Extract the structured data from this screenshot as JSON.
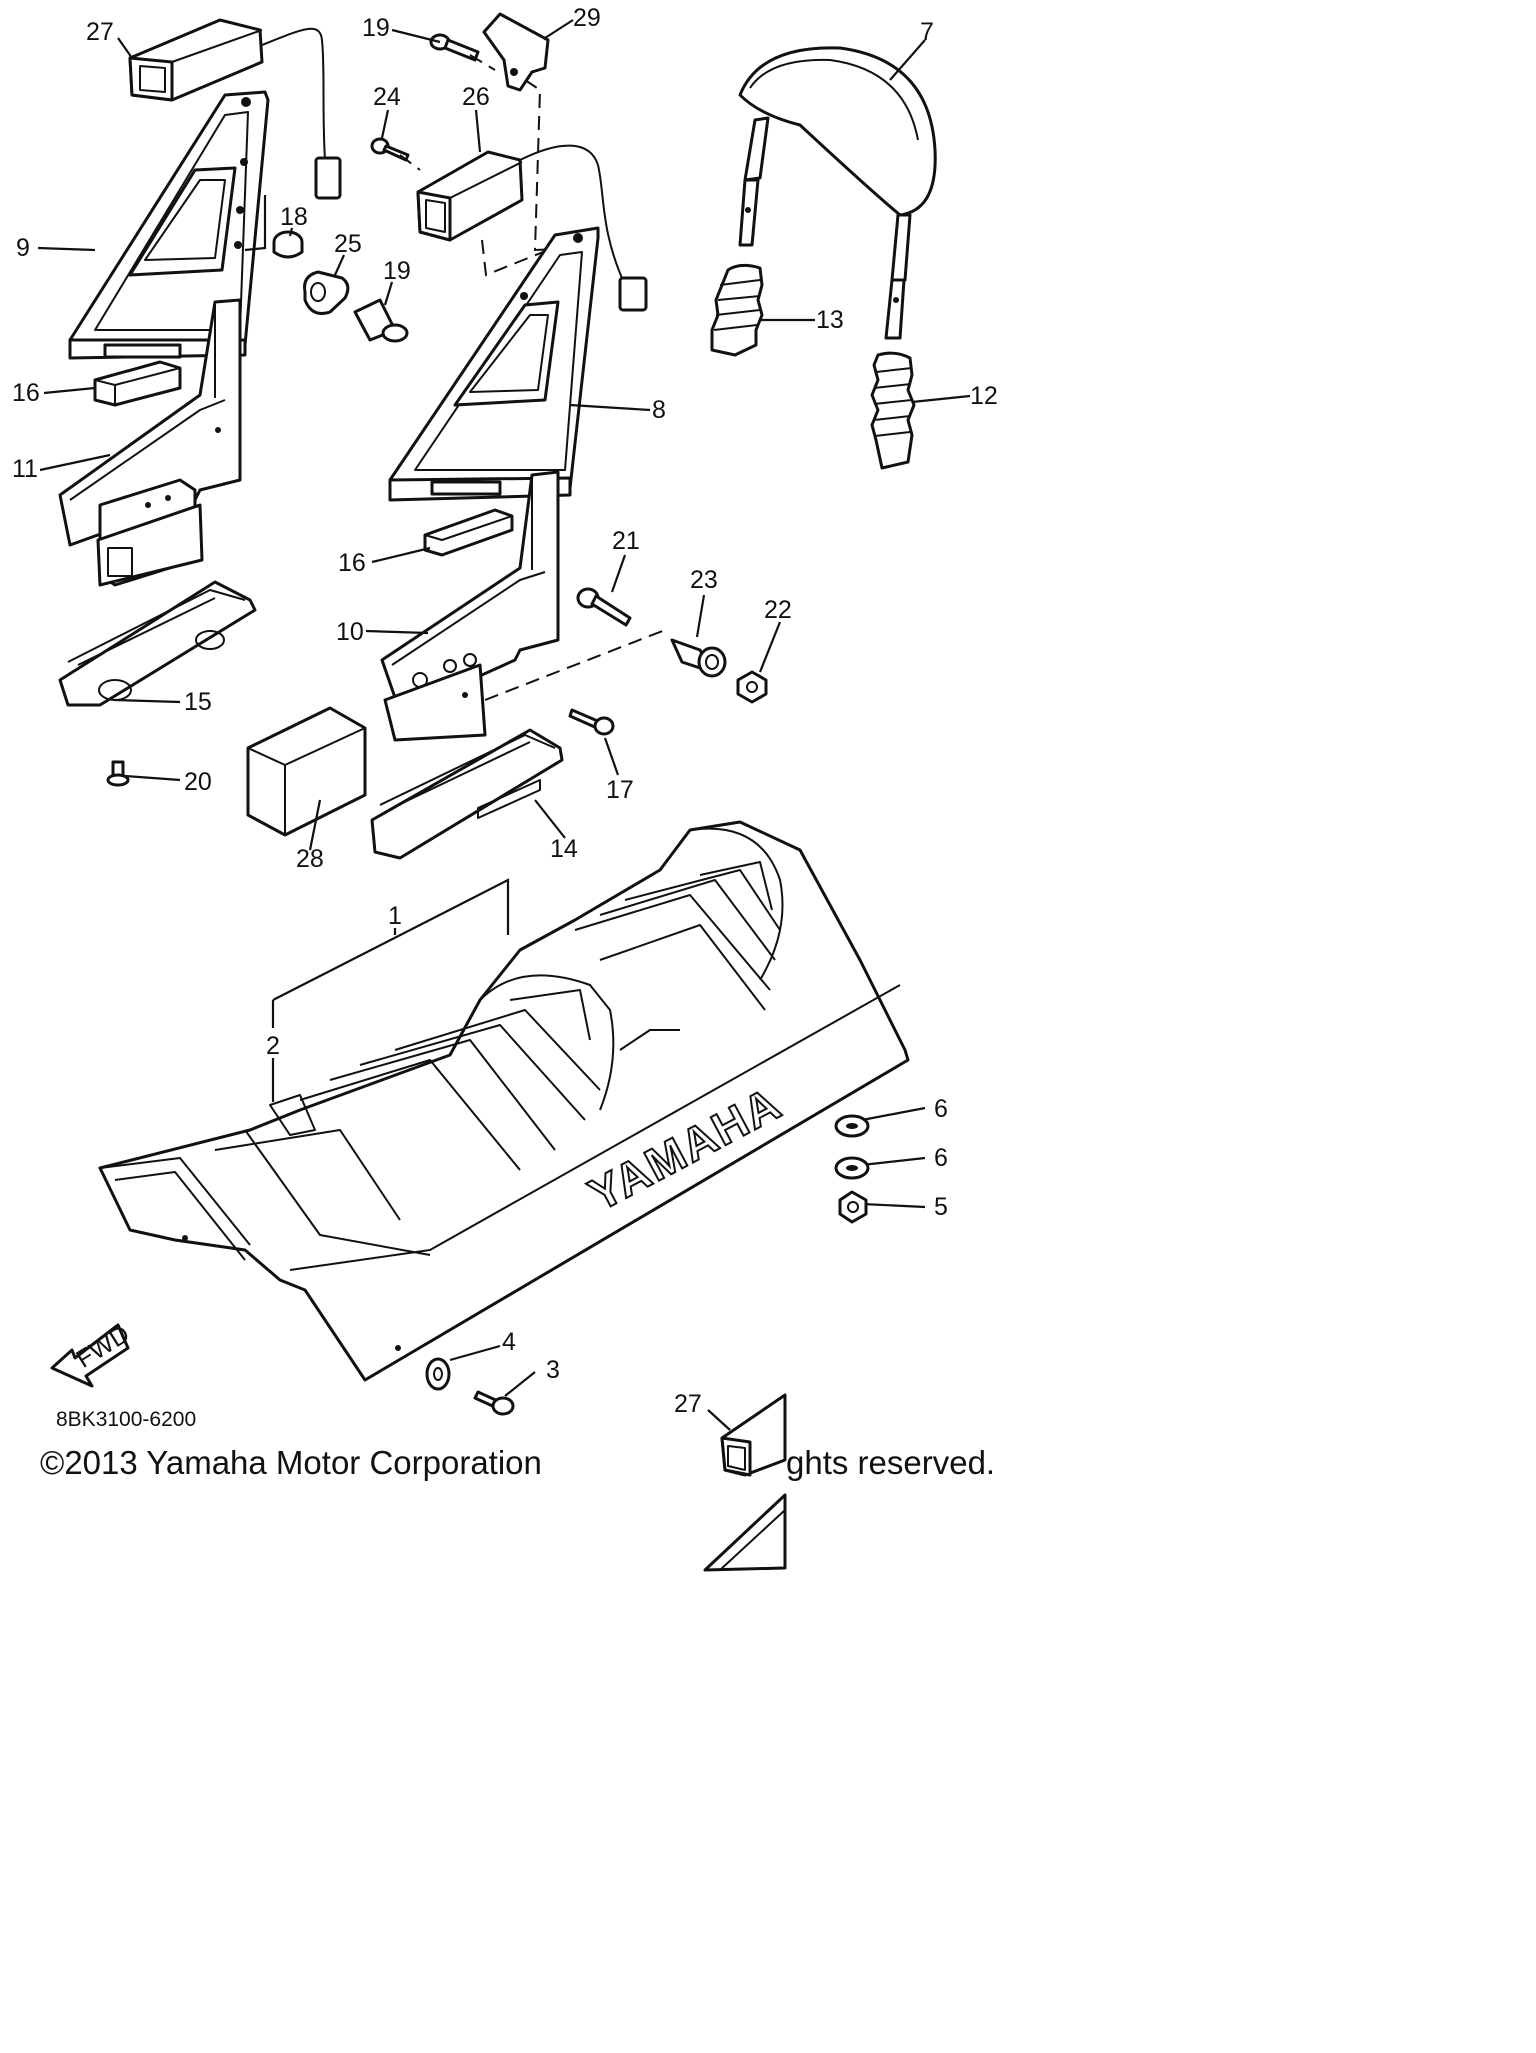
{
  "callouts": [
    "27",
    "19",
    "29",
    "7",
    "24",
    "26",
    "18",
    "25",
    "19",
    "9",
    "13",
    "12",
    "8",
    "16",
    "11",
    "16",
    "21",
    "23",
    "22",
    "10",
    "15",
    "17",
    "20",
    "28",
    "14",
    "1",
    "2",
    "6",
    "6",
    "5",
    "4",
    "3",
    "27"
  ],
  "fwd_label": "FWD",
  "brand_label": "YAMAHA",
  "part_code": "8BK3100-6200",
  "copyright_left": "©2013 Yamaha Motor Corporation",
  "copyright_right": "ghts reserved."
}
